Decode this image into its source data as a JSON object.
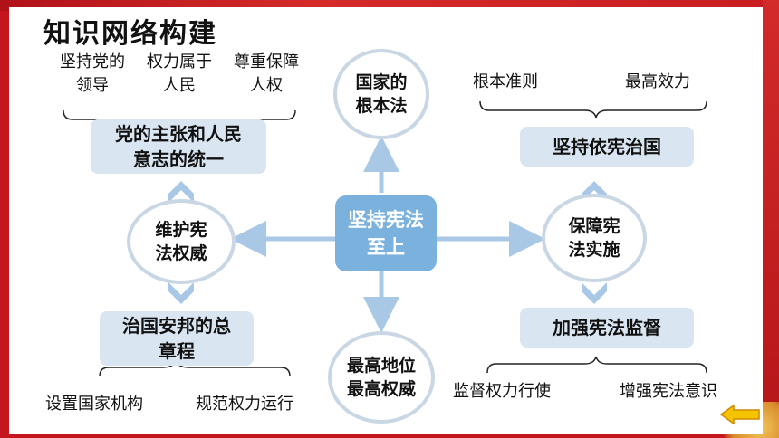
{
  "title": "知识网络构建",
  "center": "坚持宪法至上",
  "top_node": "国家的根本法",
  "bottom_node": "最高地位最高权威",
  "left": {
    "circle": "维护宪法权威",
    "top_box": "党的主张和人民意志的统一",
    "top_items": [
      "坚持党的领导",
      "权力属于人民",
      "尊重保障人权"
    ],
    "bottom_box": "治国安邦的总章程",
    "bottom_items": [
      "设置国家机构",
      "规范权力运行"
    ]
  },
  "right": {
    "circle": "保障宪法实施",
    "top_box": "坚持依宪治国",
    "top_items": [
      "根本准则",
      "最高效力"
    ],
    "bottom_box": "加强宪法监督",
    "bottom_items": [
      "监督权力行使",
      "增强宪法意识"
    ]
  },
  "colors": {
    "center": "#7bb1dd",
    "box": "#d9e6f2",
    "arrow": "#a9c8e6",
    "frame": "#c4161c"
  },
  "icons": {
    "back": "arrow-left-icon"
  }
}
